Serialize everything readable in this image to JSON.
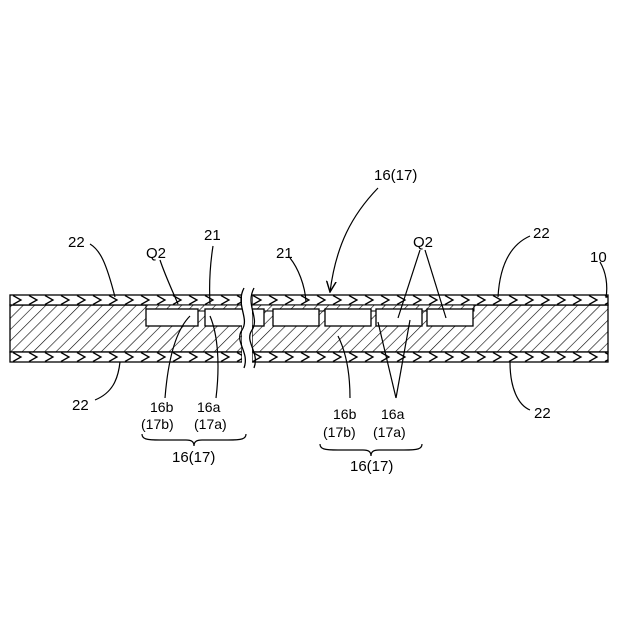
{
  "labels": {
    "ref_16_17_top": "16(17)",
    "ref_10": "10",
    "ref_22_top_left": "22",
    "ref_22_top_right": "22",
    "ref_22_bottom_left": "22",
    "ref_22_bottom_right": "22",
    "ref_21_left": "21",
    "ref_21_right": "21",
    "ref_q2_left": "Q2",
    "ref_q2_right": "Q2",
    "left_group": {
      "ref_16b": "16b",
      "ref_17b": "(17b)",
      "ref_16a": "16a",
      "ref_17a": "(17a)",
      "group": "16(17)"
    },
    "right_group": {
      "ref_16b": "16b",
      "ref_17b": "(17b)",
      "ref_16a": "16a",
      "ref_17a": "(17a)",
      "group": "16(17)"
    }
  },
  "colors": {
    "line": "#000000",
    "background": "#ffffff"
  }
}
